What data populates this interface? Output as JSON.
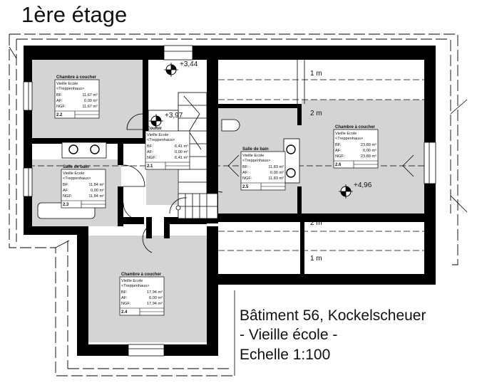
{
  "title": "1ère étage",
  "caption": {
    "line1": "Bâtiment 56, Kockelscheuer",
    "line2": "- Vieille école -",
    "line3": "Echelle 1:100"
  },
  "elevations": [
    "+3,44",
    "+3,97",
    "+4,96"
  ],
  "dimension_labels": [
    "1 m",
    "2 m",
    "2 m",
    "1 m"
  ],
  "rooms": [
    {
      "id": "2.2",
      "name": "Chambre à coucher",
      "building": "Vieille Ecole",
      "tag": "<Treppenhaus>",
      "bf": "11,67 m²",
      "af": "0,00 m²",
      "ngf": "11,67 m²"
    },
    {
      "id": "2.1",
      "name": "Couloir",
      "building": "Vieille Ecole",
      "tag": "<Treppenhaus>",
      "bf": "6,41 m²",
      "af": "0,00 m²",
      "ngf": "6,41 m²"
    },
    {
      "id": "2.3",
      "name": "Salle de bain",
      "building": "Vieille Ecole",
      "tag": "<Treppenhaus>",
      "bf": "11,84 m²",
      "af": "0,00 m²",
      "ngf": "11,84 m²"
    },
    {
      "id": "2.5",
      "name": "Salle de bain",
      "building": "Vieille Ecole",
      "tag": "<Treppenhaus>",
      "bf": "11,83 m²",
      "af": "0,00 m²",
      "ngf": "11,83 m²"
    },
    {
      "id": "2.6",
      "name": "Chambre à coucher",
      "building": "Vieille Ecole",
      "tag": "<Treppenhaus>",
      "bf": "23,89 m²",
      "af": "0,00 m²",
      "ngf": "23,89 m²"
    },
    {
      "id": "2.4",
      "name": "Chambre à coucher",
      "building": "Vieille Ecole",
      "tag": "<Treppenhaus>",
      "bf": "17,94 m²",
      "af": "0,00 m²",
      "ngf": "17,94 m²"
    }
  ],
  "area_labels": {
    "bf": "BF:",
    "af": "AF:",
    "ngf": "NGF:"
  }
}
